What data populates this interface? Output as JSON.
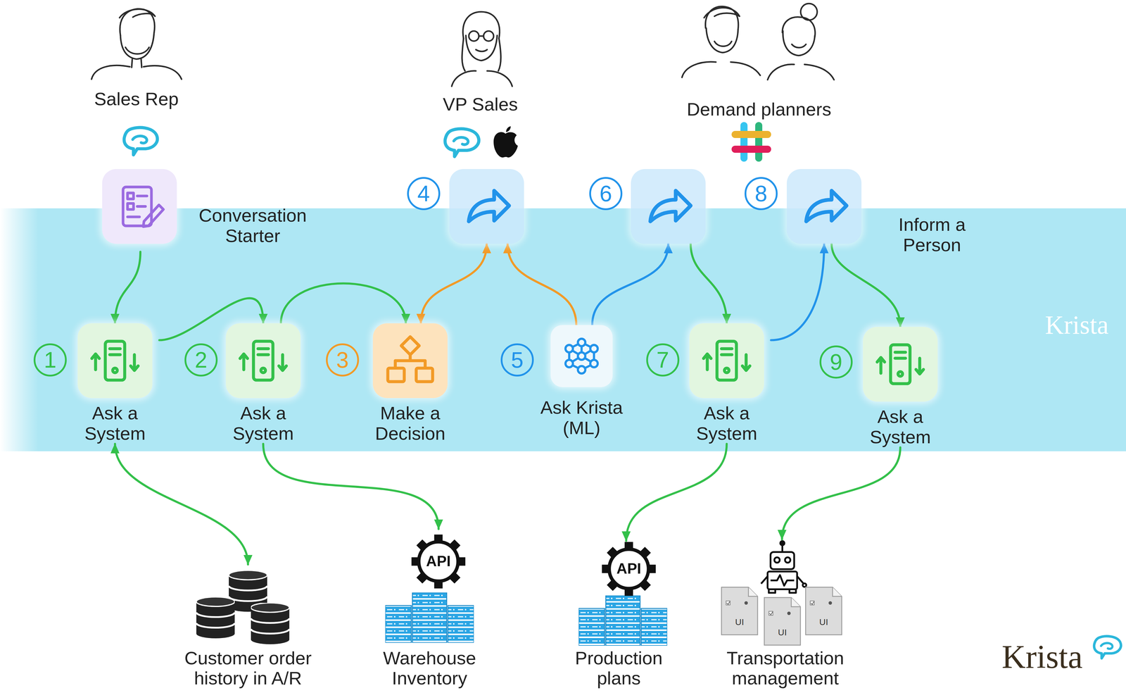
{
  "diagram": {
    "nodes": [
      {
        "text": [
          "Krista"
        ]
      },
      {
        "text": [
          "Conversation Starter"
        ],
        "in": 0
      },
      {
        "text": [
          "1",
          "Ask a System"
        ],
        "in": 0
      },
      {
        "text": [
          "2",
          "Ask a System"
        ],
        "in": 0
      },
      {
        "text": [
          "3",
          "Make a Decision"
        ],
        "in": 0
      },
      {
        "text": [
          "4"
        ],
        "in": 0
      },
      {
        "text": [
          "5",
          "Ask Krista (ML)"
        ],
        "in": 0
      },
      {
        "text": [
          "6"
        ],
        "in": 0
      },
      {
        "text": [
          "7",
          "Ask a System"
        ],
        "in": 0
      },
      {
        "text": [
          "8"
        ],
        "in": 0
      },
      {
        "text": [
          "9",
          "Ask a System"
        ],
        "in": 0
      },
      {
        "text": [
          "Customer order history in A/R"
        ]
      },
      {
        "text": [
          "Warehouse Inventory"
        ]
      },
      {
        "text": [
          "Production plans"
        ]
      },
      {
        "text": [
          "Transportation management"
        ]
      }
    ],
    "edges": [
      {
        "from": 1,
        "to": 2,
        "arrow": "to"
      },
      {
        "from": 2,
        "to": 3,
        "arrow": "to"
      },
      {
        "from": 3,
        "to": 4,
        "arrow": "to"
      },
      {
        "from": 4,
        "to": 5,
        "arrow": "both"
      },
      {
        "from": 6,
        "to": 5,
        "arrow": "to"
      },
      {
        "from": 6,
        "to": 7,
        "arrow": "to"
      },
      {
        "from": 7,
        "to": 8,
        "arrow": "to"
      },
      {
        "from": 8,
        "to": 9,
        "arrow": "to"
      },
      {
        "from": 9,
        "to": 10,
        "arrow": "to"
      },
      {
        "from": 2,
        "to": 11,
        "arrow": "both"
      },
      {
        "from": 3,
        "to": 12,
        "arrow": "to"
      },
      {
        "from": 8,
        "to": 13,
        "arrow": "to"
      },
      {
        "from": 10,
        "to": 14,
        "arrow": "to"
      }
    ],
    "labels": [
      "Sales Rep",
      "VP Sales",
      "Demand planners",
      "Inform a Person",
      "API",
      "API",
      "UI",
      "UI",
      "UI",
      "Krista"
    ]
  }
}
